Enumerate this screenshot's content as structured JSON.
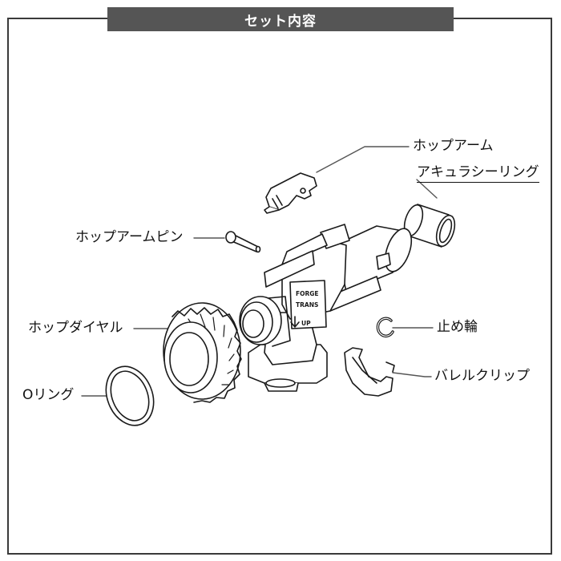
{
  "header": {
    "title": "セット内容"
  },
  "labels": {
    "hop_arm": "ホップアーム",
    "accuracy_ring": "アキュラシーリング",
    "hop_arm_pin": "ホップアームピン",
    "hop_dial": "ホップダイヤル",
    "stop_ring": "止め輪",
    "barrel_clip": "バレルクリップ",
    "o_ring": "Oリング"
  },
  "body_marking": {
    "line1": "FORGE",
    "line2": "TRANS",
    "line3": "UP"
  },
  "colors": {
    "header_bg": "#555555",
    "frame": "#3a3a3a",
    "line": "#1a1a1a",
    "parts": "#ffffff"
  }
}
